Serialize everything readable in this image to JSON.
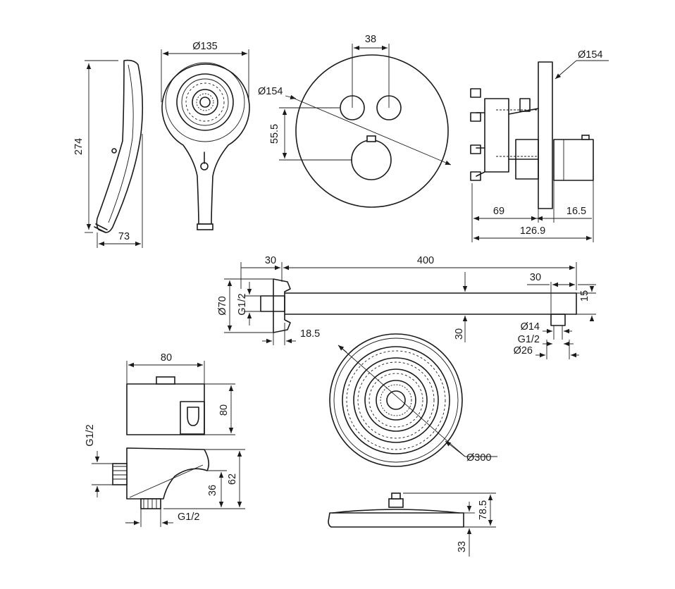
{
  "dimensions": {
    "hand_length": "274",
    "hand_depth": "73",
    "hand_diameter": "Ø135",
    "plate_spacing": "38",
    "plate_diameter": "Ø154",
    "plate_offset": "55.5",
    "valve_plate_diameter": "Ø154",
    "valve_depth": "69",
    "valve_knob_depth": "16.5",
    "valve_total_depth": "126.9",
    "arm_flange_width": "30",
    "arm_length": "400",
    "arm_end_length": "30",
    "arm_end_height": "15",
    "arm_flange_diameter": "Ø70",
    "arm_thread": "G1/2",
    "arm_height": "30",
    "arm_offset": "18.5",
    "outlet_diameter": "Ø14",
    "outlet_thread": "G1/2",
    "outlet_nut_diameter": "Ø26",
    "holder_width": "80",
    "holder_height": "80",
    "elbow_thread_side": "G1/2",
    "elbow_height": "62",
    "elbow_outlet_height": "36",
    "elbow_thread_bottom": "G1/2",
    "head_diameter": "Ø300",
    "head_height": "78.5",
    "head_thickness": "33"
  }
}
